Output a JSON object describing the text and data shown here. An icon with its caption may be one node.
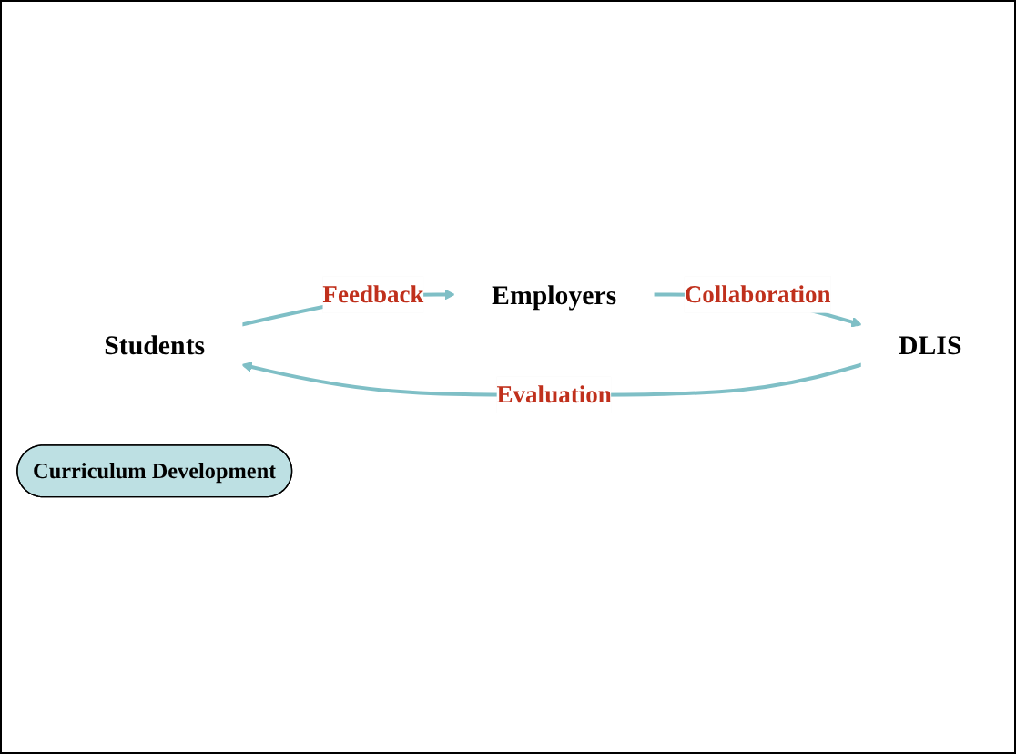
{
  "diagram": {
    "nodes": [
      {
        "text": [
          "Students"
        ]
      },
      {
        "text": [
          "Employers"
        ]
      },
      {
        "text": [
          "Curriculum Development"
        ]
      },
      {
        "text": [
          "DLIS"
        ]
      }
    ],
    "edges": [
      {
        "from": 0,
        "to": 1,
        "arrow": "to",
        "label": "Feedback"
      },
      {
        "from": 1,
        "to": 3,
        "arrow": "to",
        "label": "Collaboration"
      },
      {
        "from": 3,
        "to": 0,
        "arrow": "to",
        "label": "Evaluation"
      }
    ]
  }
}
